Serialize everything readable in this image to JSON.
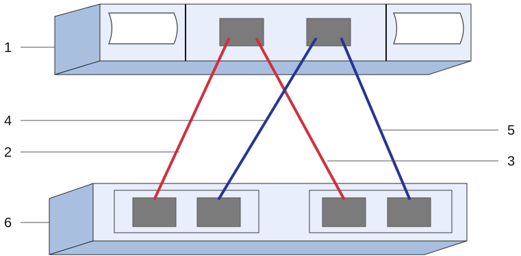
{
  "callouts": [
    {
      "id": "1",
      "label": "1"
    },
    {
      "id": "2",
      "label": "2"
    },
    {
      "id": "3",
      "label": "3"
    },
    {
      "id": "4",
      "label": "4"
    },
    {
      "id": "5",
      "label": "5"
    },
    {
      "id": "6",
      "label": "6"
    }
  ],
  "colors": {
    "chassis_face": "#e8eefa",
    "chassis_side": "#a9bfe0",
    "chassis_outline": "#2b2b2b",
    "port": "#7b7b7b",
    "cable_red": "#d22f3c",
    "cable_blue": "#283593",
    "leader_line": "#555555"
  },
  "icons": {
    "top_device": "drive-shelf-icon",
    "bottom_device": "controller-enclosure-icon"
  }
}
